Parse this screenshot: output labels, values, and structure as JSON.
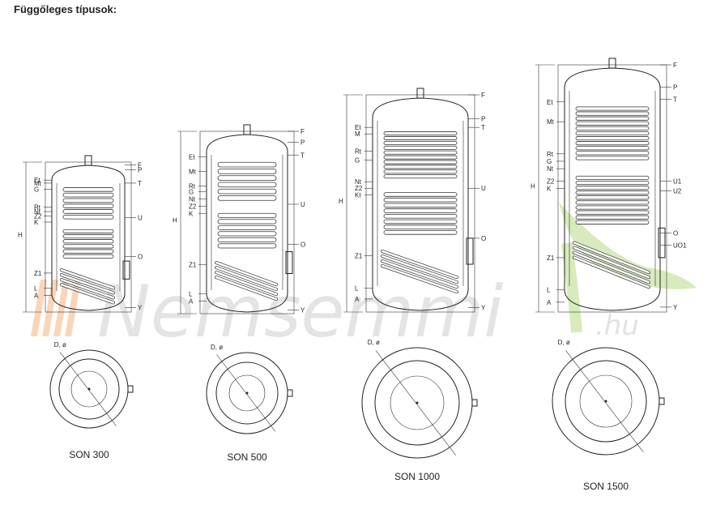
{
  "title": "Függőleges típusok:",
  "watermark": {
    "text": "Nemsemmi",
    "suffix": ".hu",
    "leaf_color": "#8cc63f",
    "stripe_color": "#f4a261"
  },
  "dimension_labels": {
    "height": "H",
    "diameter": "D, ø"
  },
  "tanks": [
    {
      "model": "SON 300",
      "labels": [
        {
          "t": "F",
          "side": "r",
          "y": 0.02
        },
        {
          "t": "P",
          "side": "r",
          "y": 0.05
        },
        {
          "t": "T",
          "side": "r",
          "y": 0.14
        },
        {
          "t": "U",
          "side": "r",
          "y": 0.37
        },
        {
          "t": "O",
          "side": "r",
          "y": 0.63
        },
        {
          "t": "Y",
          "side": "r",
          "y": 0.97
        },
        {
          "t": "Mt",
          "side": "l",
          "y": 0.14
        },
        {
          "t": "Et",
          "side": "l",
          "y": 0.12
        },
        {
          "t": "G",
          "side": "l",
          "y": 0.18
        },
        {
          "t": "Rt",
          "side": "l",
          "y": 0.3
        },
        {
          "t": "Nt",
          "side": "l",
          "y": 0.33
        },
        {
          "t": "Z2",
          "side": "l",
          "y": 0.36
        },
        {
          "t": "K",
          "side": "l",
          "y": 0.4
        },
        {
          "t": "Z1",
          "side": "l",
          "y": 0.74
        },
        {
          "t": "L",
          "side": "l",
          "y": 0.84
        },
        {
          "t": "A",
          "side": "l",
          "y": 0.89
        }
      ]
    },
    {
      "model": "SON 500",
      "labels": [
        {
          "t": "F",
          "side": "r",
          "y": 0.0
        },
        {
          "t": "P",
          "side": "r",
          "y": 0.06
        },
        {
          "t": "T",
          "side": "r",
          "y": 0.13
        },
        {
          "t": "U",
          "side": "r",
          "y": 0.4
        },
        {
          "t": "O",
          "side": "r",
          "y": 0.62
        },
        {
          "t": "Y",
          "side": "r",
          "y": 0.98
        },
        {
          "t": "Et",
          "side": "l",
          "y": 0.14
        },
        {
          "t": "Mt",
          "side": "l",
          "y": 0.22
        },
        {
          "t": "Rt",
          "side": "l",
          "y": 0.3
        },
        {
          "t": "G",
          "side": "l",
          "y": 0.33
        },
        {
          "t": "Nt",
          "side": "l",
          "y": 0.37
        },
        {
          "t": "Z2",
          "side": "l",
          "y": 0.41
        },
        {
          "t": "K",
          "side": "l",
          "y": 0.45
        },
        {
          "t": "Z1",
          "side": "l",
          "y": 0.73
        },
        {
          "t": "L",
          "side": "l",
          "y": 0.89
        },
        {
          "t": "A",
          "side": "l",
          "y": 0.93
        }
      ]
    },
    {
      "model": "SON 1000",
      "labels": [
        {
          "t": "F",
          "side": "r",
          "y": 0.0
        },
        {
          "t": "P",
          "side": "r",
          "y": 0.11
        },
        {
          "t": "T",
          "side": "r",
          "y": 0.15
        },
        {
          "t": "U",
          "side": "r",
          "y": 0.43
        },
        {
          "t": "O",
          "side": "r",
          "y": 0.66
        },
        {
          "t": "Y",
          "side": "r",
          "y": 0.98
        },
        {
          "t": "Et",
          "side": "l",
          "y": 0.15
        },
        {
          "t": "M",
          "side": "l",
          "y": 0.18
        },
        {
          "t": "Rt",
          "side": "l",
          "y": 0.26
        },
        {
          "t": "G",
          "side": "l",
          "y": 0.3
        },
        {
          "t": "Nt",
          "side": "l",
          "y": 0.4
        },
        {
          "t": "Z2",
          "side": "l",
          "y": 0.43
        },
        {
          "t": "Kt",
          "side": "l",
          "y": 0.46
        },
        {
          "t": "Z1",
          "side": "l",
          "y": 0.74
        },
        {
          "t": "L",
          "side": "l",
          "y": 0.89
        },
        {
          "t": "A",
          "side": "l",
          "y": 0.94
        }
      ]
    },
    {
      "model": "SON 1500",
      "labels": [
        {
          "t": "F",
          "side": "r",
          "y": 0.0
        },
        {
          "t": "P",
          "side": "r",
          "y": 0.09
        },
        {
          "t": "T",
          "side": "r",
          "y": 0.14
        },
        {
          "t": "U1",
          "side": "r",
          "y": 0.47
        },
        {
          "t": "U2",
          "side": "r",
          "y": 0.51
        },
        {
          "t": "O",
          "side": "r",
          "y": 0.68
        },
        {
          "t": "UO1",
          "side": "r",
          "y": 0.73
        },
        {
          "t": "Y",
          "side": "r",
          "y": 0.98
        },
        {
          "t": "Et",
          "side": "l",
          "y": 0.15
        },
        {
          "t": "Mt",
          "side": "l",
          "y": 0.23
        },
        {
          "t": "Rt",
          "side": "l",
          "y": 0.36
        },
        {
          "t": "G",
          "side": "l",
          "y": 0.39
        },
        {
          "t": "Nt",
          "side": "l",
          "y": 0.42
        },
        {
          "t": "Z2",
          "side": "l",
          "y": 0.47
        },
        {
          "t": "K",
          "side": "l",
          "y": 0.5
        },
        {
          "t": "Z1",
          "side": "l",
          "y": 0.78
        },
        {
          "t": "L",
          "side": "l",
          "y": 0.91
        },
        {
          "t": "A",
          "side": "l",
          "y": 0.96
        }
      ]
    }
  ]
}
